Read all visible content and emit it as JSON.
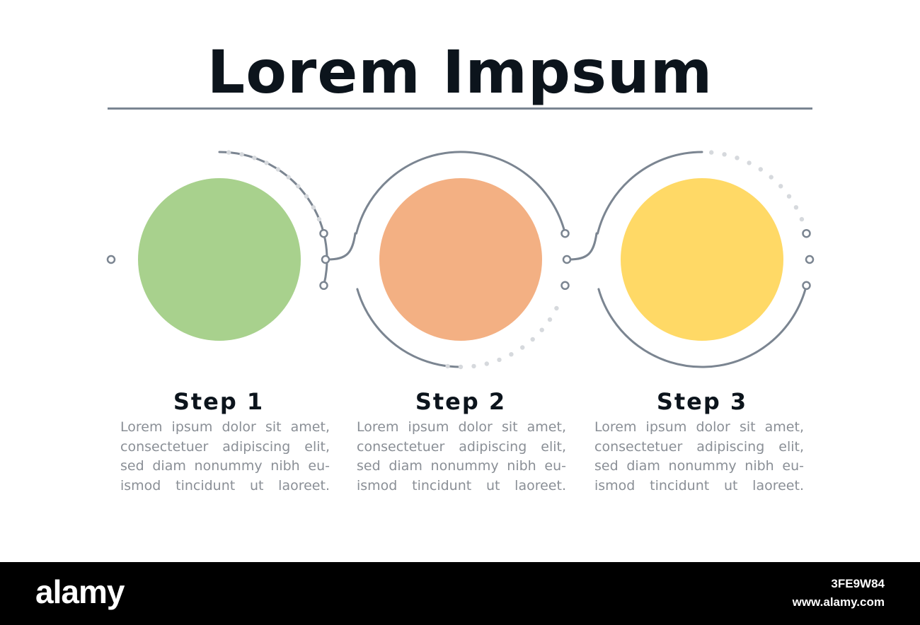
{
  "title": "Lorem Impsum",
  "colors": {
    "line": "#7b8591",
    "dots": "#d6d9dd",
    "step1": "#a8d18d",
    "step2": "#f3b083",
    "step3": "#ffd966"
  },
  "steps": [
    {
      "title": "Step 1",
      "body": "Lorem ipsum dolor sit amet, consectetuer adipiscing elit, sed diam nonummy nibh eu- ismod tincidunt ut laoreet."
    },
    {
      "title": "Step 2",
      "body": "Lorem ipsum dolor sit amet, consectetuer adipiscing elit, sed diam nonummy nibh eu- ismod tincidunt ut laoreet."
    },
    {
      "title": "Step 3",
      "body": "Lorem ipsum dolor sit amet, consectetuer adipiscing elit, sed diam nonummy nibh eu- ismod tincidunt ut laoreet."
    }
  ],
  "footer": {
    "brand": "alamy",
    "image_id": "3FE9W84",
    "url": "www.alamy.com"
  }
}
